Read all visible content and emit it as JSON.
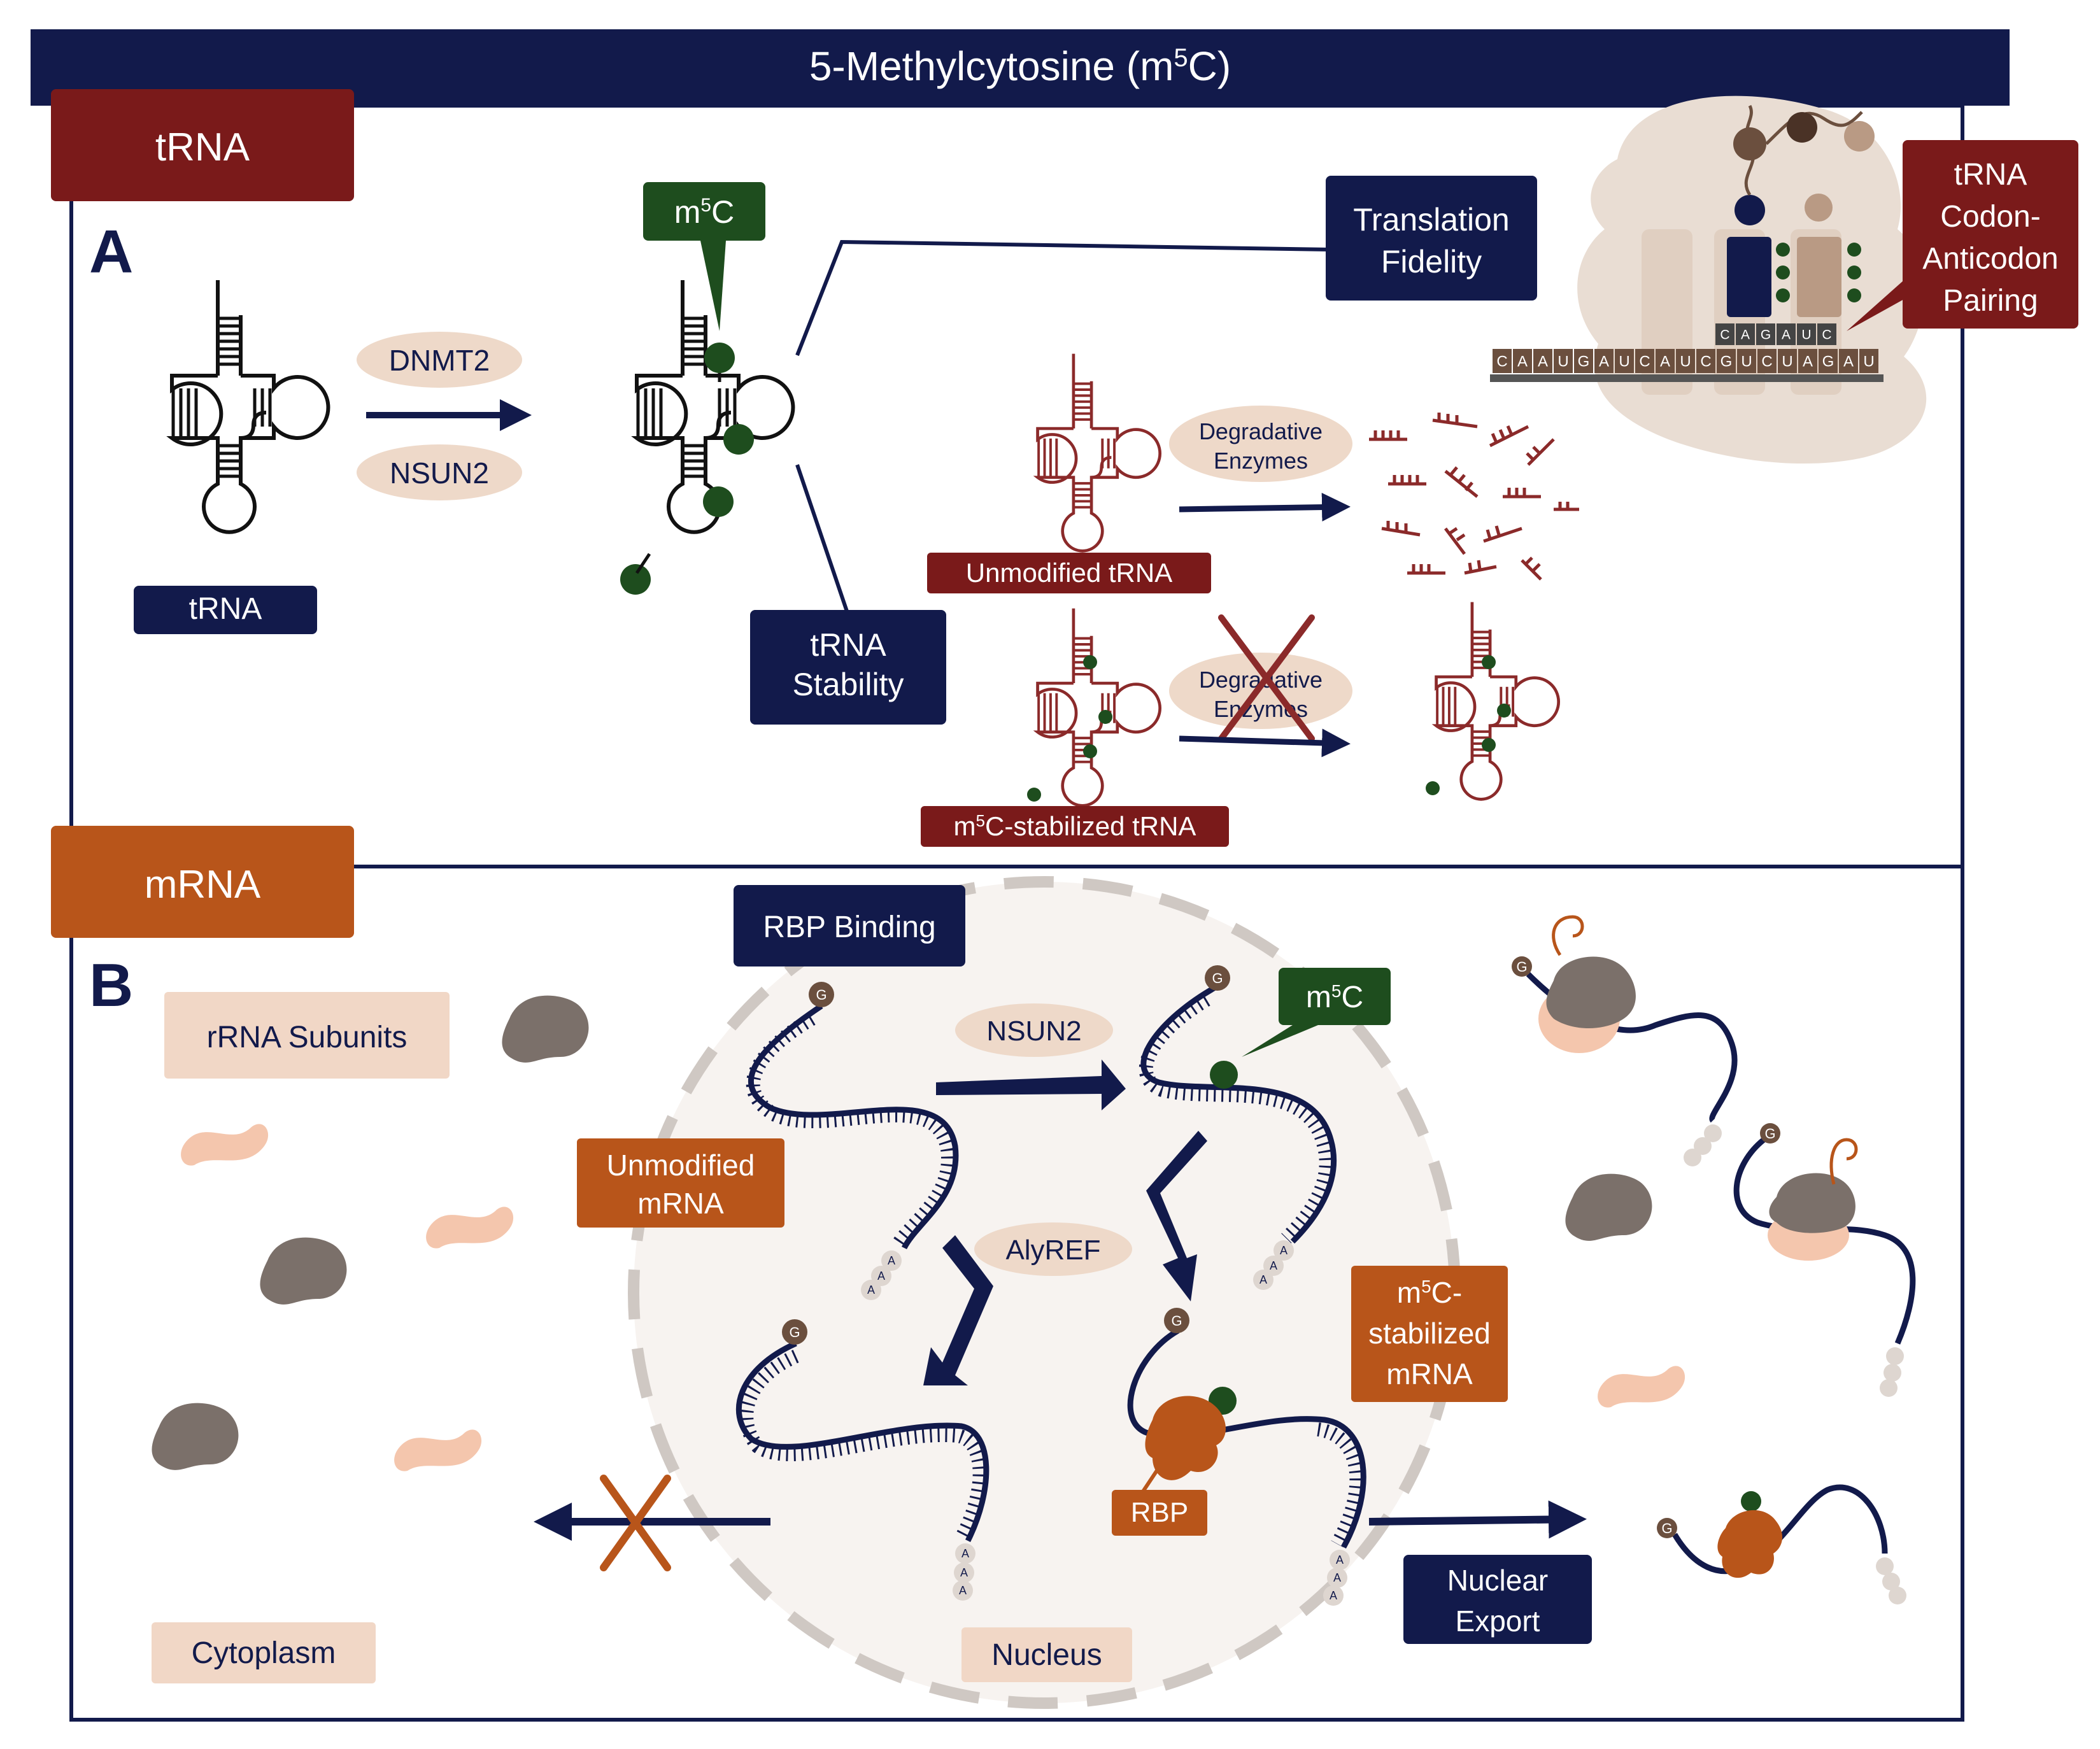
{
  "header": {
    "title_main": "5-Methylcytosine (m",
    "title_sup": "5",
    "title_end": "C)"
  },
  "trna_section": {
    "tab_label": "tRNA",
    "panel_letter": "A",
    "trna_label": "tRNA",
    "enzyme_1": "DNMT2",
    "enzyme_2": "NSUN2",
    "m5c_callout": {
      "pre": "m",
      "sup": "5",
      "post": "C"
    },
    "translation_fidelity": [
      "Translation",
      "Fidelity"
    ],
    "trna_stability": [
      "tRNA",
      "Stability"
    ],
    "codon_pairing": [
      "tRNA",
      "Codon-",
      "Anticodon",
      "Pairing"
    ],
    "degradative_enzymes": [
      "Degradative",
      "Enzymes"
    ],
    "unmodified_trna": "Unmodified  tRNA",
    "stabilized_trna": {
      "pre": "m",
      "sup": "5",
      "post": "C-stabilized tRNA"
    },
    "anticodon": [
      "C",
      "A",
      "G",
      "A",
      "U",
      "C"
    ],
    "mrna_codons": [
      "C",
      "A",
      "A",
      "U",
      "G",
      "A",
      "U",
      "C",
      "A",
      "U",
      "C",
      "G",
      "U",
      "C",
      "U",
      "A",
      "G",
      "A",
      "U"
    ]
  },
  "mrna_section": {
    "tab_label": "mRNA",
    "panel_letter": "B",
    "rbp_binding": "RBP Binding",
    "enzyme_nsun2": "NSUN2",
    "enzyme_alyref": "AlyREF",
    "m5c_callout": {
      "pre": "m",
      "sup": "5",
      "post": "C"
    },
    "unmodified_mrna": [
      "Unmodified",
      "mRNA"
    ],
    "stabilized_mrna": {
      "line1_pre": "m",
      "line1_sup": "5",
      "line1_post": "C-",
      "line2": "stabilized",
      "line3": "mRNA"
    },
    "rbp": "RBP",
    "rrna_subunits": "rRNA Subunits",
    "cytoplasm": "Cytoplasm",
    "nucleus": "Nucleus",
    "nuclear_export": [
      "Nuclear",
      "Export"
    ],
    "cap_letter": "G",
    "polya_letter": "A"
  },
  "colors": {
    "navy": "#121a4b",
    "maroon": "#7a1a1a",
    "orange": "#b8551a",
    "green": "#1e4d1e",
    "beige": "#eed9c9",
    "ribosome": "#e9ddd3",
    "gray": "#7b706a"
  }
}
